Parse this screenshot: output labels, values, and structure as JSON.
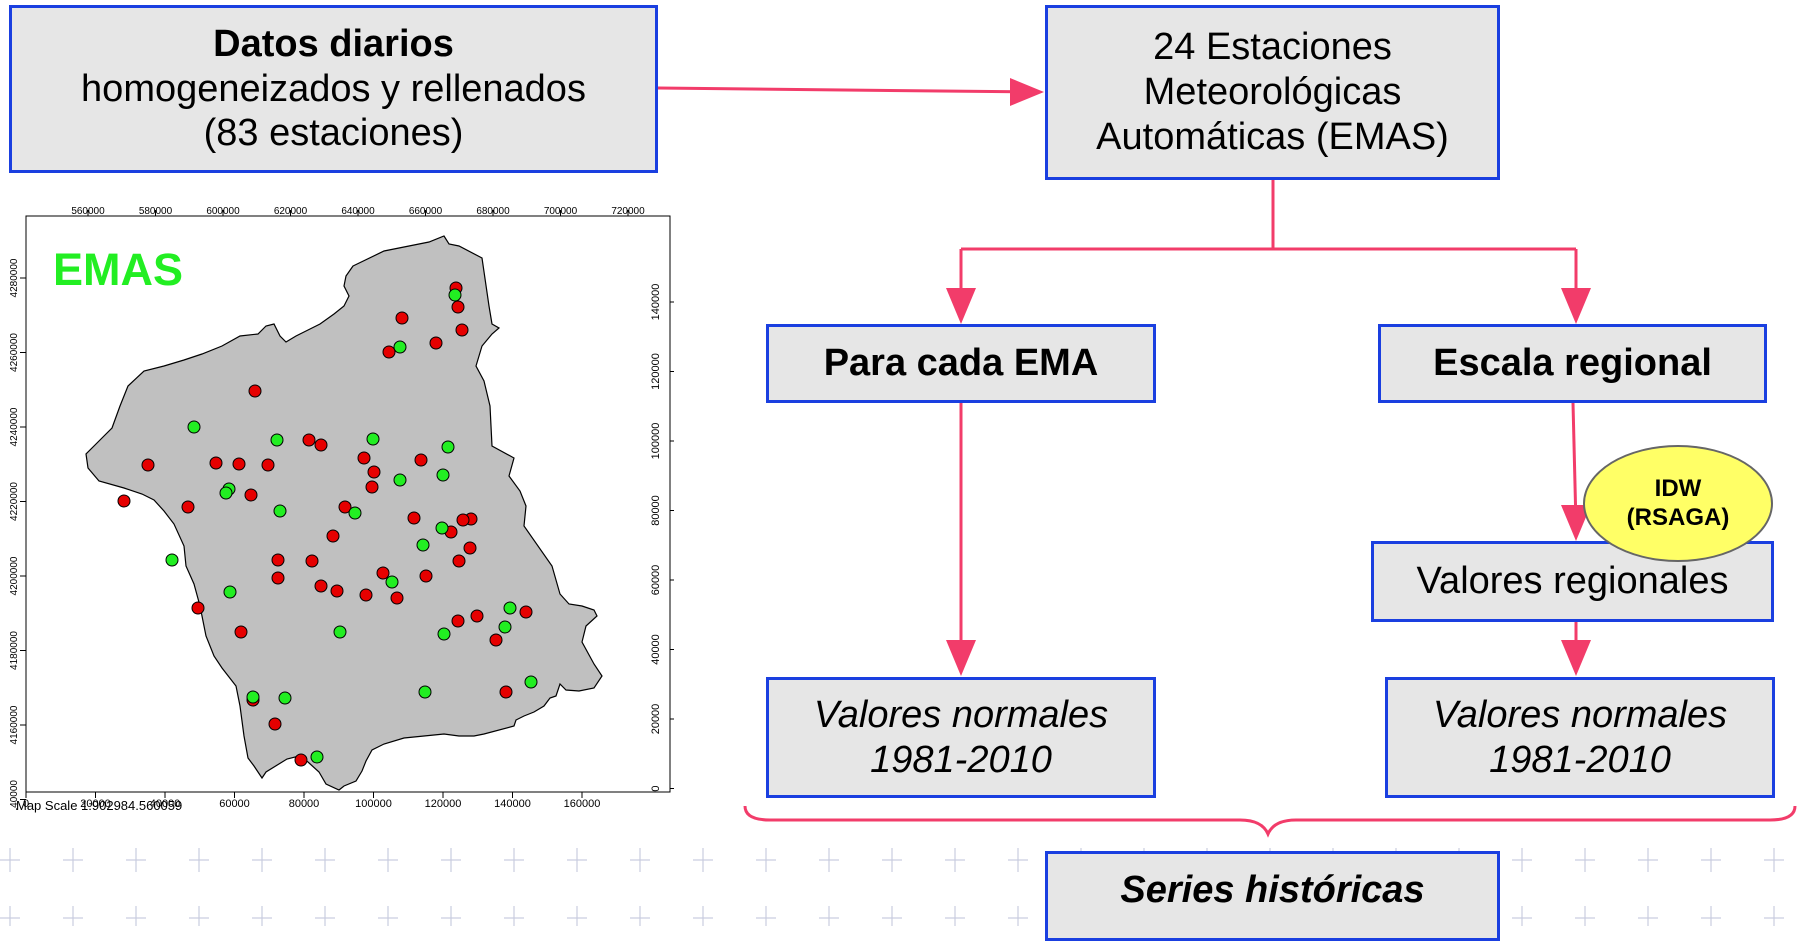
{
  "colors": {
    "box_fill": "#e6e6e6",
    "box_border": "#1a3fe0",
    "arrow": "#f23c6a",
    "emas_label": "#22ee22",
    "station_green": "#22ee22",
    "station_red": "#e60000",
    "region_fill": "#c0c0c0",
    "idw_fill": "#ffff66"
  },
  "boxes": {
    "datos": {
      "title": "Datos diarios",
      "line2": "homogeneizados y rellenados",
      "line3": "(83 estaciones)"
    },
    "emas": {
      "line1": "24 Estaciones",
      "line2": "Meteorológicas",
      "line3": "Automáticas (EMAS)"
    },
    "para_cada": {
      "label": "Para cada EMA"
    },
    "escala": {
      "label": "Escala regional"
    },
    "valores_regionales": {
      "label": "Valores regionales"
    },
    "normales_left": {
      "line1": "Valores normales",
      "line2": "1981-2010"
    },
    "normales_right": {
      "line1": "Valores normales",
      "line2": "1981-2010"
    },
    "series": {
      "label": "Series históricas"
    }
  },
  "idw": {
    "line1": "IDW",
    "line2": "(RSAGA)"
  },
  "map": {
    "label": "EMAS",
    "scale_text": "Map Scale 1:902984.560059",
    "top_ticks": [
      "560000",
      "580000",
      "600000",
      "620000",
      "640000",
      "660000",
      "680000",
      "700000",
      "720000"
    ],
    "bottom_ticks": [
      "0",
      "20000",
      "40000",
      "60000",
      "80000",
      "100000",
      "120000",
      "140000",
      "160000"
    ],
    "left_ticks": [
      "4280000",
      "4260000",
      "4240000",
      "4220000",
      "4200000",
      "4180000",
      "4160000",
      "4140000"
    ],
    "right_ticks": [
      "140000",
      "120000",
      "100000",
      "80000",
      "60000",
      "40000",
      "20000",
      "0"
    ],
    "stations": {
      "green": [
        [
          455,
          295
        ],
        [
          400,
          347
        ],
        [
          194,
          427
        ],
        [
          277,
          440
        ],
        [
          373,
          439
        ],
        [
          448,
          447
        ],
        [
          229,
          489
        ],
        [
          226,
          493
        ],
        [
          400,
          480
        ],
        [
          280,
          511
        ],
        [
          355,
          513
        ],
        [
          443,
          475
        ],
        [
          172,
          560
        ],
        [
          230,
          592
        ],
        [
          442,
          528
        ],
        [
          423,
          545
        ],
        [
          392,
          582
        ],
        [
          340,
          632
        ],
        [
          505,
          627
        ],
        [
          285,
          698
        ],
        [
          444,
          634
        ],
        [
          510,
          608
        ],
        [
          531,
          682
        ],
        [
          425,
          692
        ],
        [
          253,
          697
        ],
        [
          317,
          757
        ]
      ],
      "red": [
        [
          456,
          288
        ],
        [
          402,
          318
        ],
        [
          458,
          307
        ],
        [
          462,
          330
        ],
        [
          436,
          343
        ],
        [
          389,
          352
        ],
        [
          255,
          391
        ],
        [
          321,
          445
        ],
        [
          309,
          440
        ],
        [
          148,
          465
        ],
        [
          216,
          463
        ],
        [
          268,
          465
        ],
        [
          239,
          464
        ],
        [
          374,
          472
        ],
        [
          364,
          458
        ],
        [
          421,
          460
        ],
        [
          372,
          487
        ],
        [
          124,
          501
        ],
        [
          188,
          507
        ],
        [
          251,
          495
        ],
        [
          345,
          507
        ],
        [
          333,
          536
        ],
        [
          471,
          519
        ],
        [
          451,
          532
        ],
        [
          463,
          520
        ],
        [
          414,
          518
        ],
        [
          312,
          561
        ],
        [
          459,
          561
        ],
        [
          278,
          560
        ],
        [
          383,
          573
        ],
        [
          470,
          548
        ],
        [
          426,
          576
        ],
        [
          366,
          595
        ],
        [
          397,
          598
        ],
        [
          198,
          608
        ],
        [
          278,
          578
        ],
        [
          321,
          586
        ],
        [
          337,
          591
        ],
        [
          241,
          632
        ],
        [
          458,
          621
        ],
        [
          526,
          612
        ],
        [
          253,
          700
        ],
        [
          477,
          616
        ],
        [
          496,
          640
        ],
        [
          275,
          724
        ],
        [
          301,
          760
        ],
        [
          506,
          692
        ]
      ]
    }
  }
}
